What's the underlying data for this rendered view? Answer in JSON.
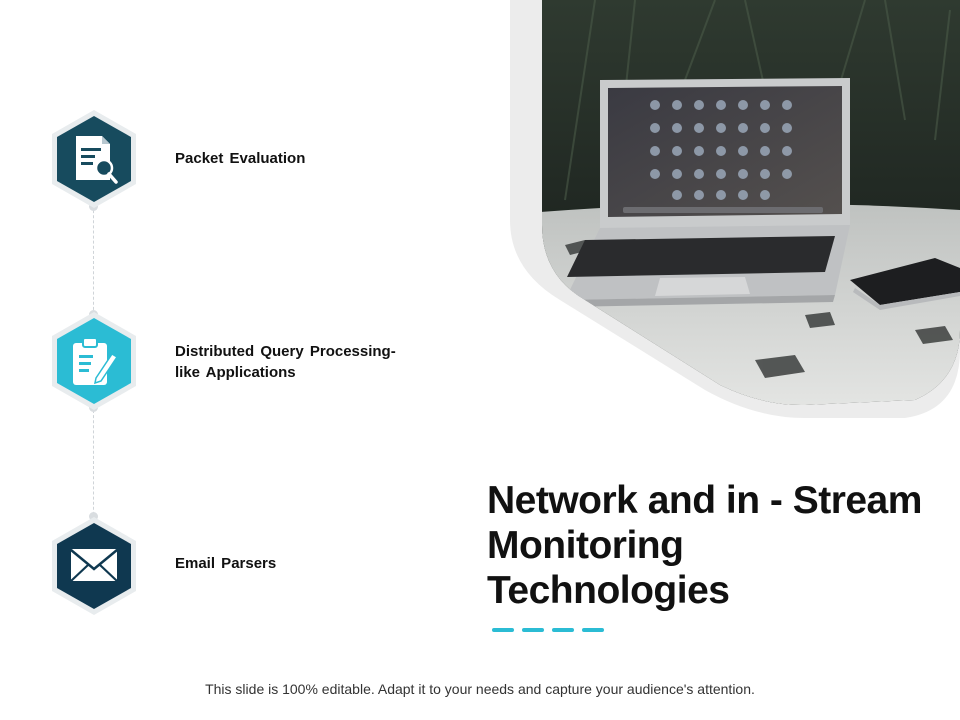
{
  "colors": {
    "hex_dark": "#174b5e",
    "hex_cyan": "#2bbcd4",
    "hex_navy": "#0f3850",
    "hex_ring": "#e8ecee",
    "accent_dash": "#2bbcd4",
    "photo_frame": "#ececec"
  },
  "items": [
    {
      "label": "Packet  Evaluation",
      "icon": "document-search-icon"
    },
    {
      "label": "Distributed  Query Processing-\nlike  Applications",
      "icon": "clipboard-edit-icon"
    },
    {
      "label": "Email  Parsers",
      "icon": "envelope-icon"
    }
  ],
  "title": "Network and in - Stream Monitoring Technologies",
  "footer": "This slide is 100% editable.  Adapt it to your needs and capture your audience's attention.",
  "photo": {
    "subject": "laptop-on-table-photo"
  }
}
